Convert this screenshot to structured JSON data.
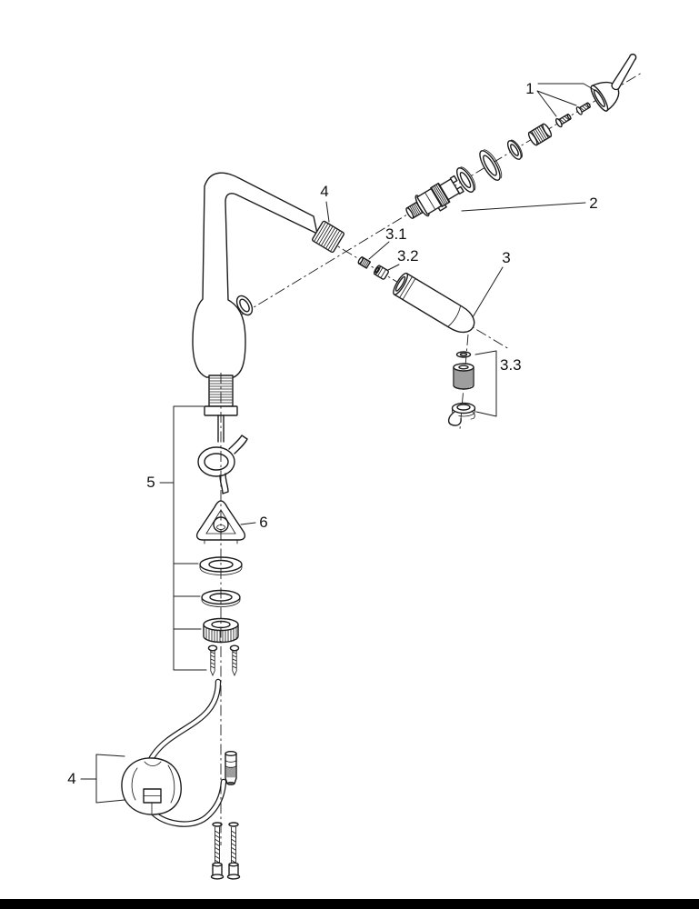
{
  "page": {
    "background": "#ffffff",
    "ink": "#1c1c1c",
    "footer_bar_color": "#000000"
  },
  "diagram": {
    "type": "exploded-parts-diagram",
    "subject": "single-lever kitchen faucet with pull-out spray, exploded view",
    "callouts": [
      {
        "id": "callout-1",
        "label": "1"
      },
      {
        "id": "callout-2",
        "label": "2"
      },
      {
        "id": "callout-3",
        "label": "3"
      },
      {
        "id": "callout-3-1",
        "label": "3.1"
      },
      {
        "id": "callout-3-2",
        "label": "3.2"
      },
      {
        "id": "callout-3-3",
        "label": "3.3"
      },
      {
        "id": "callout-4-top",
        "label": "4"
      },
      {
        "id": "callout-5",
        "label": "5"
      },
      {
        "id": "callout-6",
        "label": "6"
      },
      {
        "id": "callout-4-bottom",
        "label": "4"
      }
    ]
  }
}
